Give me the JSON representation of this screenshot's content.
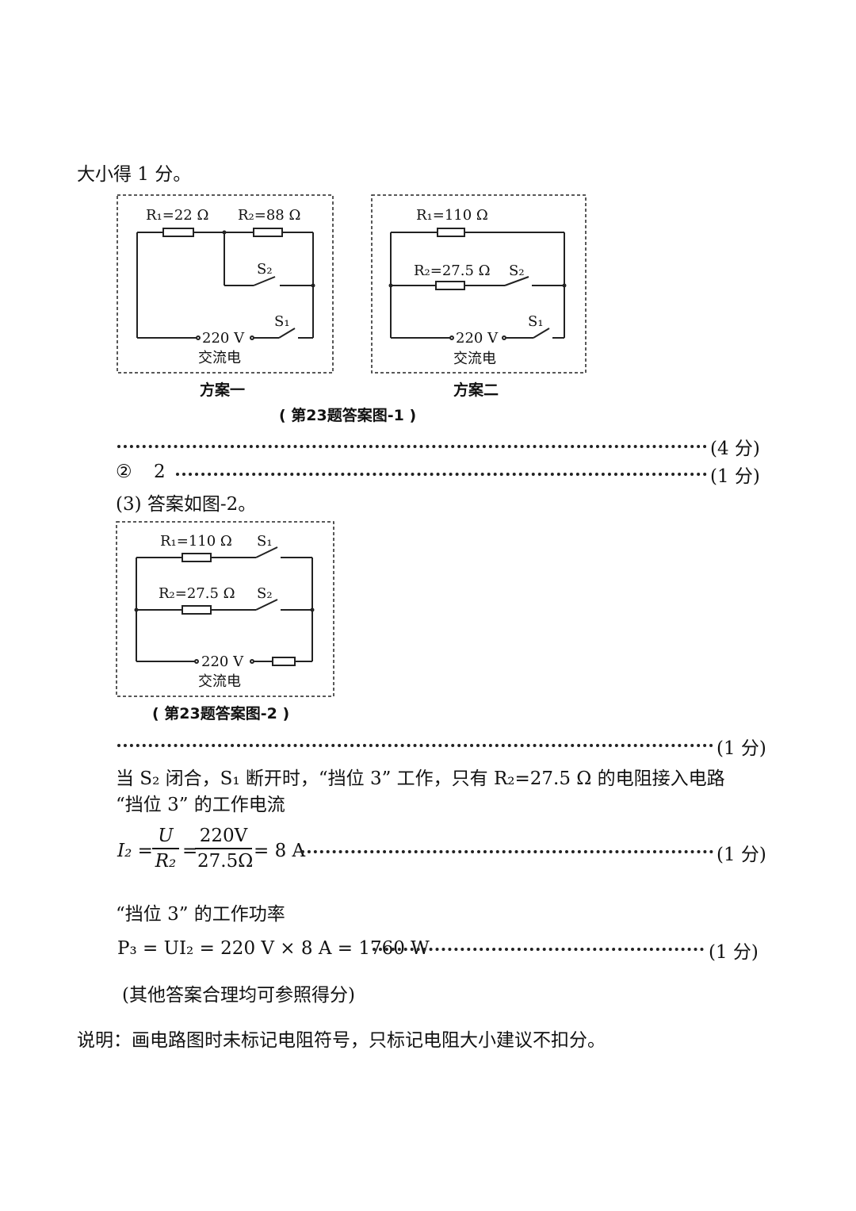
{
  "intro": "大小得 1 分。",
  "fig1": {
    "scheme1": {
      "r1": "R₁=22 Ω",
      "r2": "R₂=88 Ω",
      "s2": "S₂",
      "s1": "S₁",
      "voltage": "220 V",
      "ac": "交流电",
      "name": "方案一"
    },
    "scheme2": {
      "r1": "R₁=110 Ω",
      "r2": "R₂=27.5 Ω",
      "s2": "S₂",
      "s1": "S₁",
      "voltage": "220 V",
      "ac": "交流电",
      "name": "方案二"
    },
    "caption": "( 第23题答案图-1 )"
  },
  "score_a": "(4 分)",
  "item2": {
    "marker": "②",
    "value": "2",
    "score": "(1 分)"
  },
  "part3": "(3) 答案如图-2。",
  "fig2": {
    "r1": "R₁=110 Ω",
    "s1": "S₁",
    "r2": "R₂=27.5 Ω",
    "s2": "S₂",
    "voltage": "220 V",
    "ac": "交流电",
    "caption": "( 第23题答案图-2 )"
  },
  "score_b": "(1 分)",
  "line1": "当 S₂ 闭合，S₁ 断开时，“挡位 3” 工作，只有 R₂=27.5 Ω 的电阻接入电路",
  "line2": "“挡位 3” 的工作电流",
  "eq1": {
    "lhs": "I₂ =",
    "num1": "U",
    "den1": "R₂",
    "eq": "=",
    "num2": "220V",
    "den2": "27.5Ω",
    "result": "= 8 A",
    "score": "(1 分)"
  },
  "line3": "“挡位 3” 的工作功率",
  "eq2": {
    "text": "P₃ = UI₂ = 220 V × 8 A = 1760 W",
    "score": "(1 分)"
  },
  "note1": "(其他答案合理均可参照得分)",
  "note2": "说明：画电路图时未标记电阻符号，只标记电阻大小建议不扣分。"
}
